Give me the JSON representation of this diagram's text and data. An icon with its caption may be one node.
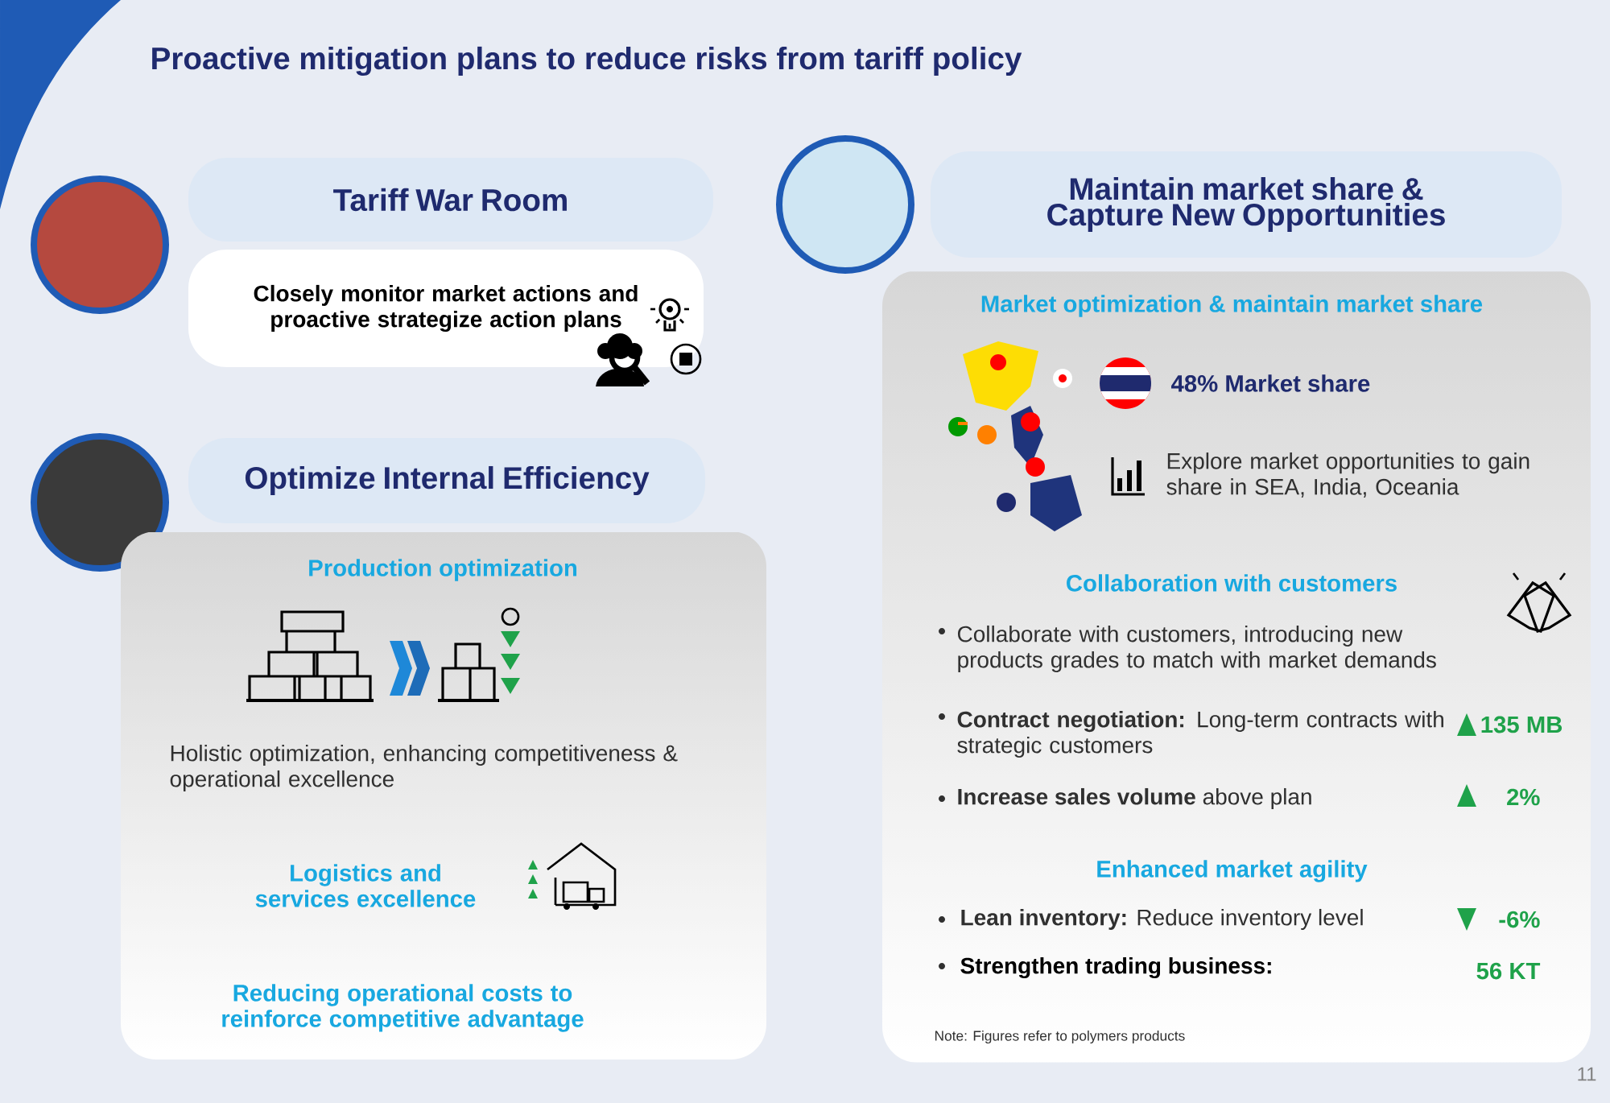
{
  "diagram": {
    "title": "Proactive mitigation plans to reduce risks from tariff policy",
    "nodes": [
      {
        "text": [
          "Tariff War Room"
        ]
      },
      {
        "text": [
          "Closely monitor market actions and proactive strategize action plans"
        ]
      },
      {
        "text": [
          "Optimize Internal Efficiency"
        ]
      },
      {
        "text": [
          "Production optimization",
          "Holistic optimization, enhancing competitiveness & operational excellence",
          "Logistics and services excellence",
          "Reducing operational costs to reinforce competitive advantage"
        ]
      },
      {
        "text": [
          "Maintain market share & Capture New Opportunities"
        ]
      },
      {
        "text": [
          "Market optimization & maintain market share",
          "48% Market share",
          "Explore market opportunities to gain share in SEA, India, Oceania",
          "Collaboration with customers",
          "Collaborate with customers, introducing new products grades to match with market demands",
          "**Contract negotiation:** Long-term contracts with strategic customers",
          "135 MB",
          "**Increase sales volume** above plan",
          "2%",
          "Enhanced market agility",
          "**Lean inventory:** Reduce inventory level",
          "-6%",
          "Strengthen trading business:",
          "56 KT",
          "Note: Figures refer to polymers products"
        ]
      }
    ],
    "labels": [
      "11"
    ]
  }
}
